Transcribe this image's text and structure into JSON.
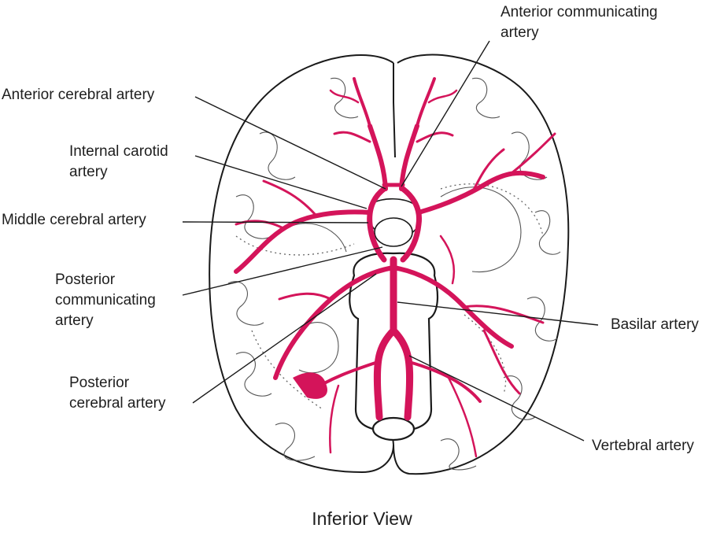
{
  "diagram": {
    "caption": "Inferior View",
    "colors": {
      "artery": "#d4145a",
      "outline": "#1a1a1a",
      "background": "#ffffff"
    },
    "labels": {
      "anterior_communicating": [
        "Anterior communicating",
        "artery"
      ],
      "anterior_cerebral": [
        "Anterior cerebral artery"
      ],
      "internal_carotid": [
        "Internal carotid",
        "artery"
      ],
      "middle_cerebral": [
        "Middle cerebral artery"
      ],
      "posterior_communicating": [
        "Posterior",
        "communicating",
        "artery"
      ],
      "posterior_cerebral": [
        "Posterior",
        "cerebral artery"
      ],
      "basilar": [
        "Basilar artery"
      ],
      "vertebral": [
        "Vertebral artery"
      ]
    }
  }
}
